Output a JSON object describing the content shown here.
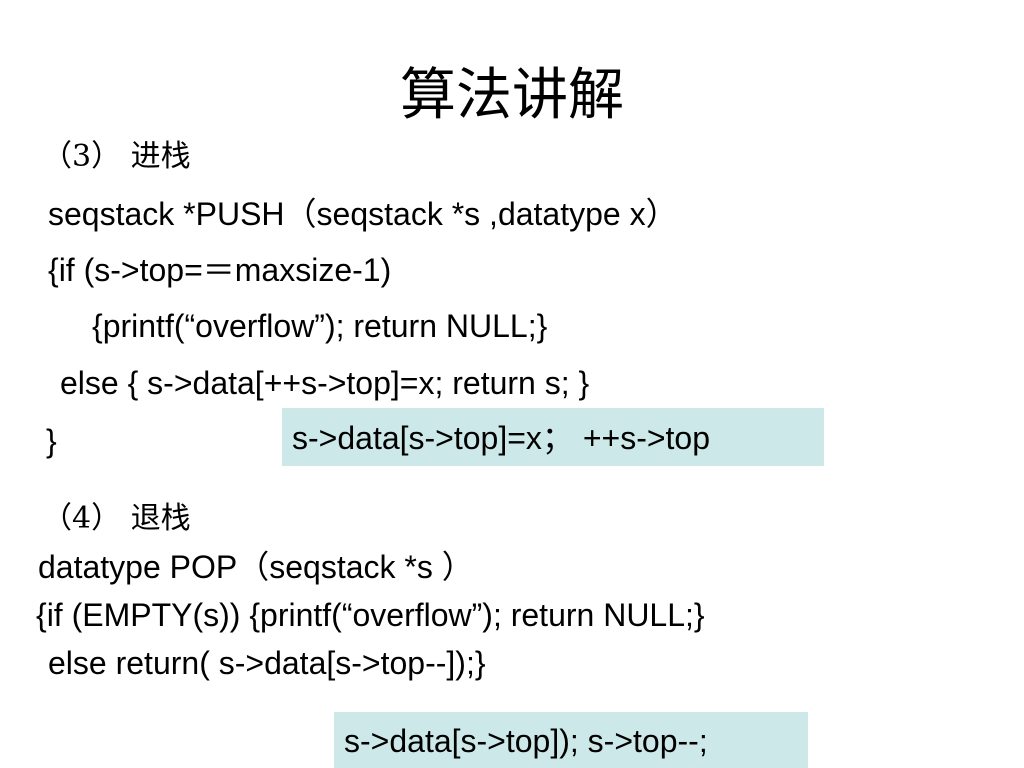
{
  "slide": {
    "title": "算法讲解",
    "push": {
      "heading": "（3） 进栈",
      "lines": [
        "seqstack  *PUSH（seqstack *s ,datatype x）",
        "{if (s->top=＝maxsize-1)",
        "{printf(“overflow”); return NULL;}",
        "else { s->data[++s->top]=x; return s; }",
        "}"
      ],
      "note": "s->data[s->top]=x；  ++s->top"
    },
    "pop": {
      "heading": "（4） 退栈",
      "lines": [
        "datatype POP（seqstack *s ）",
        "{if (EMPTY(s)) {printf(“overflow”); return NULL;}",
        "else return( s->data[s->top--]);}"
      ],
      "note": "s->data[s->top]); s->top--;"
    },
    "colors": {
      "background": "#ffffff",
      "text": "#000000",
      "note_background": "#cce8e8"
    }
  }
}
